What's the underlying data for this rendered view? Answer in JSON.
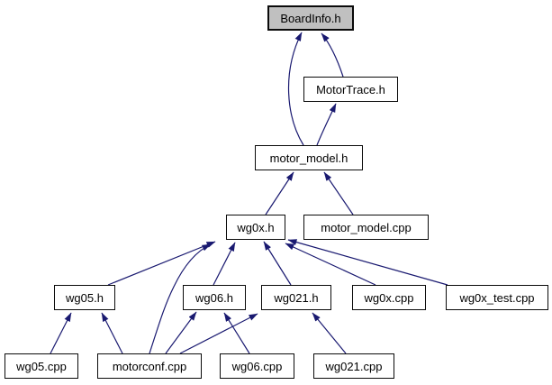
{
  "diagram": {
    "kind": "include-dependency-graph",
    "root_node": "BoardInfo.h",
    "colors": {
      "edge": "#191970",
      "node_border": "#0a0a0a",
      "node_fill": "#ffffff",
      "root_fill": "#c0c0c0",
      "text": "#000000",
      "background": "#ffffff"
    },
    "nodes": [
      {
        "label": "BoardInfo.h",
        "highlighted": true
      },
      {
        "label": "MotorTrace.h",
        "highlighted": false
      },
      {
        "label": "motor_model.h",
        "highlighted": false
      },
      {
        "label": "wg0x.h",
        "highlighted": false
      },
      {
        "label": "motor_model.cpp",
        "highlighted": false
      },
      {
        "label": "wg05.h",
        "highlighted": false
      },
      {
        "label": "wg06.h",
        "highlighted": false
      },
      {
        "label": "wg021.h",
        "highlighted": false
      },
      {
        "label": "wg0x.cpp",
        "highlighted": false
      },
      {
        "label": "wg0x_test.cpp",
        "highlighted": false
      },
      {
        "label": "wg05.cpp",
        "highlighted": false
      },
      {
        "label": "motorconf.cpp",
        "highlighted": false
      },
      {
        "label": "wg06.cpp",
        "highlighted": false
      },
      {
        "label": "wg021.cpp",
        "highlighted": false
      }
    ],
    "edges": [
      {
        "from": "motor_model.h",
        "to": "BoardInfo.h"
      },
      {
        "from": "MotorTrace.h",
        "to": "BoardInfo.h"
      },
      {
        "from": "motor_model.h",
        "to": "MotorTrace.h"
      },
      {
        "from": "wg0x.h",
        "to": "motor_model.h"
      },
      {
        "from": "motor_model.cpp",
        "to": "motor_model.h"
      },
      {
        "from": "wg05.h",
        "to": "wg0x.h"
      },
      {
        "from": "wg06.h",
        "to": "wg0x.h"
      },
      {
        "from": "wg021.h",
        "to": "wg0x.h"
      },
      {
        "from": "wg0x.cpp",
        "to": "wg0x.h"
      },
      {
        "from": "wg0x_test.cpp",
        "to": "wg0x.h"
      },
      {
        "from": "motorconf.cpp",
        "to": "wg0x.h"
      },
      {
        "from": "wg05.cpp",
        "to": "wg05.h"
      },
      {
        "from": "motorconf.cpp",
        "to": "wg05.h"
      },
      {
        "from": "motorconf.cpp",
        "to": "wg06.h"
      },
      {
        "from": "wg06.cpp",
        "to": "wg06.h"
      },
      {
        "from": "motorconf.cpp",
        "to": "wg021.h"
      },
      {
        "from": "wg021.cpp",
        "to": "wg021.h"
      }
    ]
  }
}
